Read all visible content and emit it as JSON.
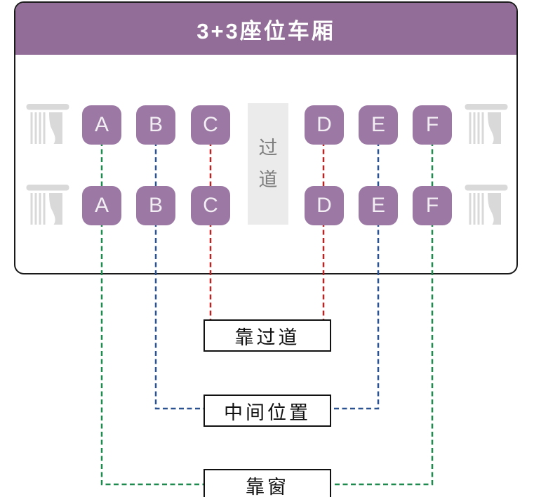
{
  "title": "3+3座位车厢",
  "carriage": {
    "rows": [
      [
        "A",
        "B",
        "C",
        "D",
        "E",
        "F"
      ],
      [
        "A",
        "B",
        "C",
        "D",
        "E",
        "F"
      ]
    ],
    "aisle_chars": [
      "过",
      "道"
    ]
  },
  "legend": [
    {
      "label": "靠过道",
      "seats": [
        "C",
        "D"
      ],
      "color": "#b32626"
    },
    {
      "label": "中间位置",
      "seats": [
        "B",
        "E"
      ],
      "color": "#2a5291"
    },
    {
      "label": "靠窗",
      "seats": [
        "A",
        "F"
      ],
      "color": "#1e8a4e"
    }
  ],
  "colors": {
    "header_bg": "#916d97",
    "seat_bg": "#9c79a4",
    "seat_text": "#f2eef3",
    "aisle_bg": "#ebebeb",
    "aisle_text": "#7d7d7d",
    "window_icon": "#d9d9d9",
    "outline": "#1a1a1a",
    "aisle_line": "#b32626",
    "middle_line": "#2a5291",
    "window_line": "#1e8a4e"
  }
}
